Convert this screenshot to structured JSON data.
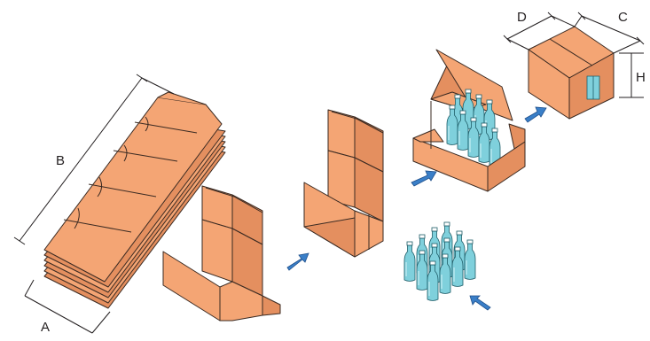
{
  "diagram": {
    "labels": {
      "a": "A",
      "b": "B",
      "c": "C",
      "d": "D",
      "h": "H"
    },
    "colors": {
      "cardboard": "#f4a574",
      "cardboard_dark": "#e48f5f",
      "outline": "#3a2a22",
      "bottle": "#7fd0dc",
      "bottle_dark": "#4aaebd",
      "arrow": "#3a7fc8",
      "dimension_line": "#231f20"
    },
    "icons": [
      "flat-blank-stack",
      "unfolded-box",
      "folded-box",
      "bottle-group",
      "filled-box",
      "sealed-box",
      "flow-arrow"
    ]
  }
}
